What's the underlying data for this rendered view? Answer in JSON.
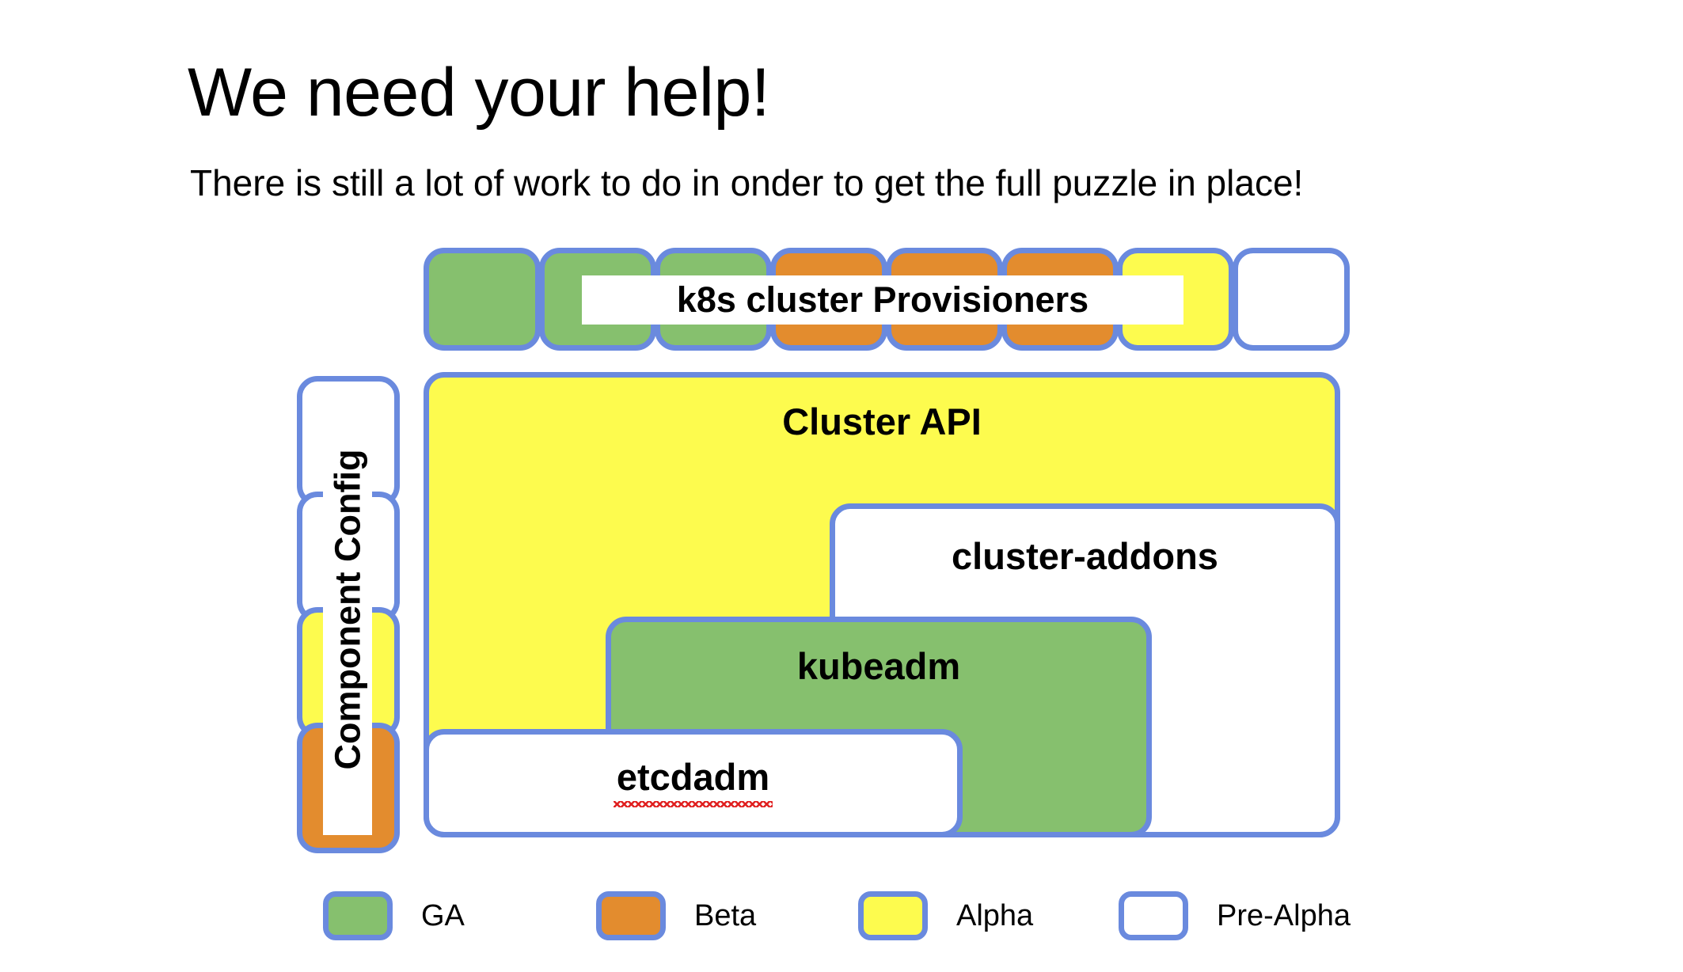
{
  "slide": {
    "title": "We need your help!",
    "subtitle": "There is still a lot of work to do in onder to get the full puzzle in place!"
  },
  "colors": {
    "ga": "#86c06e",
    "beta": "#e38c2e",
    "alpha": "#fdfb4e",
    "pre_alpha": "#ffffff",
    "border": "#6a8ade",
    "text": "#000000",
    "spellcheck_underline": "#e02020",
    "background": "#ffffff"
  },
  "diagram": {
    "provisioner_row": {
      "label": "k8s cluster Provisioners",
      "cells": [
        {
          "status": "ga"
        },
        {
          "status": "ga"
        },
        {
          "status": "ga"
        },
        {
          "status": "beta"
        },
        {
          "status": "beta"
        },
        {
          "status": "beta"
        },
        {
          "status": "alpha"
        },
        {
          "status": "pre-alpha"
        }
      ]
    },
    "component_config_column": {
      "label": "Component Config",
      "cells": [
        {
          "status": "pre-alpha"
        },
        {
          "status": "pre-alpha"
        },
        {
          "status": "alpha"
        },
        {
          "status": "beta"
        }
      ]
    },
    "boxes": [
      {
        "label": "Cluster API",
        "status": "alpha"
      },
      {
        "label": "cluster-addons",
        "status": "pre-alpha"
      },
      {
        "label": "kubeadm",
        "status": "ga"
      },
      {
        "label": "etcdadm",
        "status": "pre-alpha",
        "spellcheck_flagged": true
      }
    ]
  },
  "legend": {
    "items": [
      {
        "label": "GA",
        "status": "ga"
      },
      {
        "label": "Beta",
        "status": "beta"
      },
      {
        "label": "Alpha",
        "status": "alpha"
      },
      {
        "label": "Pre-Alpha",
        "status": "pre-alpha"
      }
    ]
  }
}
